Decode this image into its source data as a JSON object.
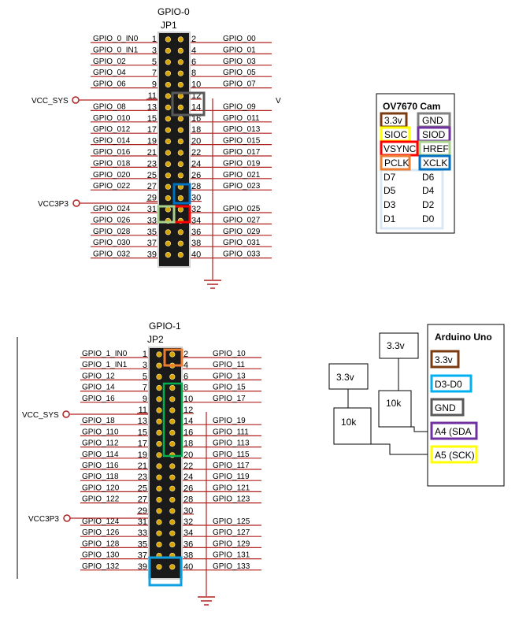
{
  "colors": {
    "wire": "#b0201f",
    "header_fill": "#1a1a1a",
    "pin_gold": "#d9a300",
    "brown": "#7a3b10",
    "gray": "#595959",
    "yellow": "#ffff00",
    "purple": "#7030a0",
    "red": "#ff0000",
    "green": "#a9d18e",
    "orange": "#ed7d31",
    "blue": "#0070c0",
    "light_blue": "#dae8f5",
    "cyan": "#00b0f0"
  },
  "gpio0": {
    "title": "GPIO-0",
    "header": "JP1",
    "vcc_sys": "VCC_SYS",
    "vcc3p3": "VCC3P3",
    "stray_mark": "V",
    "rows": [
      {
        "odd": "1",
        "even": "2",
        "left": "GPIO_0_IN0",
        "right": "GPIO_00"
      },
      {
        "odd": "3",
        "even": "4",
        "left": "GPIO_0_IN1",
        "right": "GPIO_01"
      },
      {
        "odd": "5",
        "even": "6",
        "left": "GPIO_02",
        "right": "GPIO_03"
      },
      {
        "odd": "7",
        "even": "8",
        "left": "GPIO_04",
        "right": "GPIO_05"
      },
      {
        "odd": "9",
        "even": "10",
        "left": "GPIO_06",
        "right": "GPIO_07"
      },
      {
        "odd": "11",
        "even": "12",
        "left": "",
        "right": ""
      },
      {
        "odd": "13",
        "even": "14",
        "left": "GPIO_08",
        "right": "GPIO_09"
      },
      {
        "odd": "15",
        "even": "16",
        "left": "GPIO_010",
        "right": "GPIO_011"
      },
      {
        "odd": "17",
        "even": "18",
        "left": "GPIO_012",
        "right": "GPIO_013"
      },
      {
        "odd": "19",
        "even": "20",
        "left": "GPIO_014",
        "right": "GPIO_015"
      },
      {
        "odd": "21",
        "even": "22",
        "left": "GPIO_016",
        "right": "GPIO_017"
      },
      {
        "odd": "23",
        "even": "24",
        "left": "GPIO_018",
        "right": "GPIO_019"
      },
      {
        "odd": "25",
        "even": "26",
        "left": "GPIO_020",
        "right": "GPIO_021"
      },
      {
        "odd": "27",
        "even": "28",
        "left": "GPIO_022",
        "right": "GPIO_023"
      },
      {
        "odd": "29",
        "even": "30",
        "left": "",
        "right": ""
      },
      {
        "odd": "31",
        "even": "32",
        "left": "GPIO_024",
        "right": "GPIO_025"
      },
      {
        "odd": "33",
        "even": "34",
        "left": "GPIO_026",
        "right": "GPIO_027"
      },
      {
        "odd": "35",
        "even": "36",
        "left": "GPIO_028",
        "right": "GPIO_029"
      },
      {
        "odd": "37",
        "even": "38",
        "left": "GPIO_030",
        "right": "GPIO_031"
      },
      {
        "odd": "39",
        "even": "40",
        "left": "GPIO_032",
        "right": "GPIO_033"
      }
    ]
  },
  "gpio1": {
    "title": "GPIO-1",
    "header": "JP2",
    "vcc_sys": "VCC_SYS",
    "vcc3p3": "VCC3P3",
    "rows": [
      {
        "odd": "1",
        "even": "2",
        "left": "GPIO_1_IN0",
        "right": "GPIO_10"
      },
      {
        "odd": "3",
        "even": "4",
        "left": "GPIO_1_IN1",
        "right": "GPIO_11"
      },
      {
        "odd": "5",
        "even": "6",
        "left": "GPIO_12",
        "right": "GPIO_13"
      },
      {
        "odd": "7",
        "even": "8",
        "left": "GPIO_14",
        "right": "GPIO_15"
      },
      {
        "odd": "9",
        "even": "10",
        "left": "GPIO_16",
        "right": "GPIO_17"
      },
      {
        "odd": "11",
        "even": "12",
        "left": "",
        "right": ""
      },
      {
        "odd": "13",
        "even": "14",
        "left": "GPIO_18",
        "right": "GPIO_19"
      },
      {
        "odd": "15",
        "even": "16",
        "left": "GPIO_110",
        "right": "GPIO_111"
      },
      {
        "odd": "17",
        "even": "18",
        "left": "GPIO_112",
        "right": "GPIO_113"
      },
      {
        "odd": "19",
        "even": "20",
        "left": "GPIO_114",
        "right": "GPIO_115"
      },
      {
        "odd": "21",
        "even": "22",
        "left": "GPIO_116",
        "right": "GPIO_117"
      },
      {
        "odd": "23",
        "even": "24",
        "left": "GPIO_118",
        "right": "GPIO_119"
      },
      {
        "odd": "25",
        "even": "26",
        "left": "GPIO_120",
        "right": "GPIO_121"
      },
      {
        "odd": "27",
        "even": "28",
        "left": "GPIO_122",
        "right": "GPIO_123"
      },
      {
        "odd": "29",
        "even": "30",
        "left": "",
        "right": ""
      },
      {
        "odd": "31",
        "even": "32",
        "left": "GPIO_124",
        "right": "GPIO_125"
      },
      {
        "odd": "33",
        "even": "34",
        "left": "GPIO_126",
        "right": "GPIO_127"
      },
      {
        "odd": "35",
        "even": "36",
        "left": "GPIO_128",
        "right": "GPIO_129"
      },
      {
        "odd": "37",
        "even": "38",
        "left": "GPIO_130",
        "right": "GPIO_131"
      },
      {
        "odd": "39",
        "even": "40",
        "left": "GPIO_132",
        "right": "GPIO_133"
      }
    ]
  },
  "camera": {
    "title": "OV7670 Cam",
    "pins": {
      "v33": "3.3v",
      "gnd": "GND",
      "sioc": "SIOC",
      "siod": "SIOD",
      "vsync": "VSYNC",
      "href": "HREF",
      "pclk": "PCLK",
      "xclk": "XCLK",
      "d7": "D7",
      "d6": "D6",
      "d5": "D5",
      "d4": "D4",
      "d3": "D3",
      "d2": "D2",
      "d1": "D1",
      "d0": "D0"
    }
  },
  "arduino": {
    "title": "Arduino Uno",
    "pins": {
      "v33": "3.3v",
      "d3d0": "D3-D0",
      "gnd": "GND",
      "a4": "A4 (SDA",
      "a5": "A5 (SCK)"
    }
  },
  "pullups": {
    "v33_a": "3.3v",
    "res_a": "10k",
    "v33_b": "3.3v",
    "res_b": "10k"
  }
}
